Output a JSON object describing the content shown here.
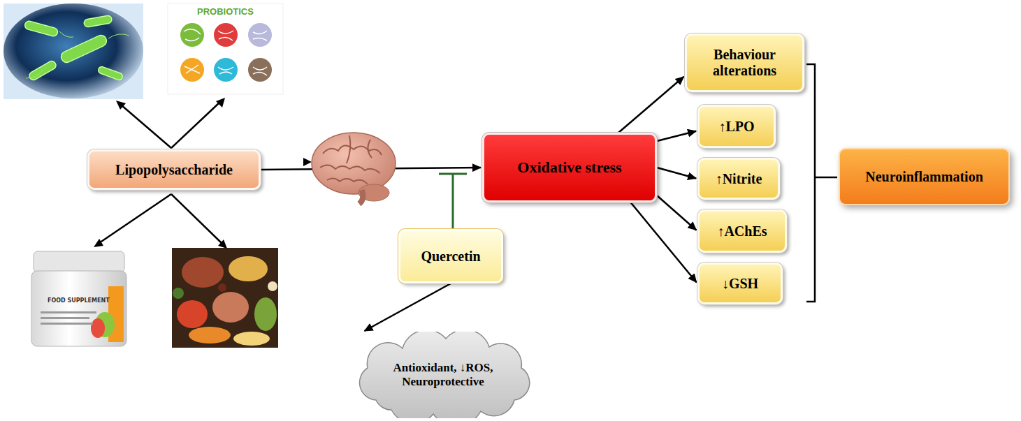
{
  "diagram": {
    "nodes": [
      {
        "text": [
          "Lipopolysaccharide"
        ]
      },
      {
        "text": [
          "Oxidative stress"
        ]
      },
      {
        "text": [
          "Quercetin"
        ]
      },
      {
        "text": [
          "Antioxidant, ↓ROS, Neuroprotective"
        ]
      },
      {
        "text": [
          "Behaviour alterations"
        ]
      },
      {
        "text": [
          "↑LPO"
        ]
      },
      {
        "text": [
          "↑Nitrite"
        ]
      },
      {
        "text": [
          "↑AChEs"
        ]
      },
      {
        "text": [
          "↓GSH"
        ]
      },
      {
        "text": [
          "Neuroinflammation"
        ]
      }
    ],
    "edges": [
      {
        "from": 0,
        "to": 1,
        "arrow": "to"
      },
      {
        "from": 2,
        "to": 3,
        "arrow": "to"
      },
      {
        "from": 1,
        "to": 4,
        "arrow": "to"
      },
      {
        "from": 1,
        "to": 5,
        "arrow": "to"
      },
      {
        "from": 1,
        "to": 6,
        "arrow": "to"
      },
      {
        "from": 1,
        "to": 7,
        "arrow": "to"
      },
      {
        "from": 1,
        "to": 8,
        "arrow": "to"
      }
    ],
    "labels": [
      "PROBIOTICS",
      "FOOD SUPPLEMENT"
    ]
  }
}
